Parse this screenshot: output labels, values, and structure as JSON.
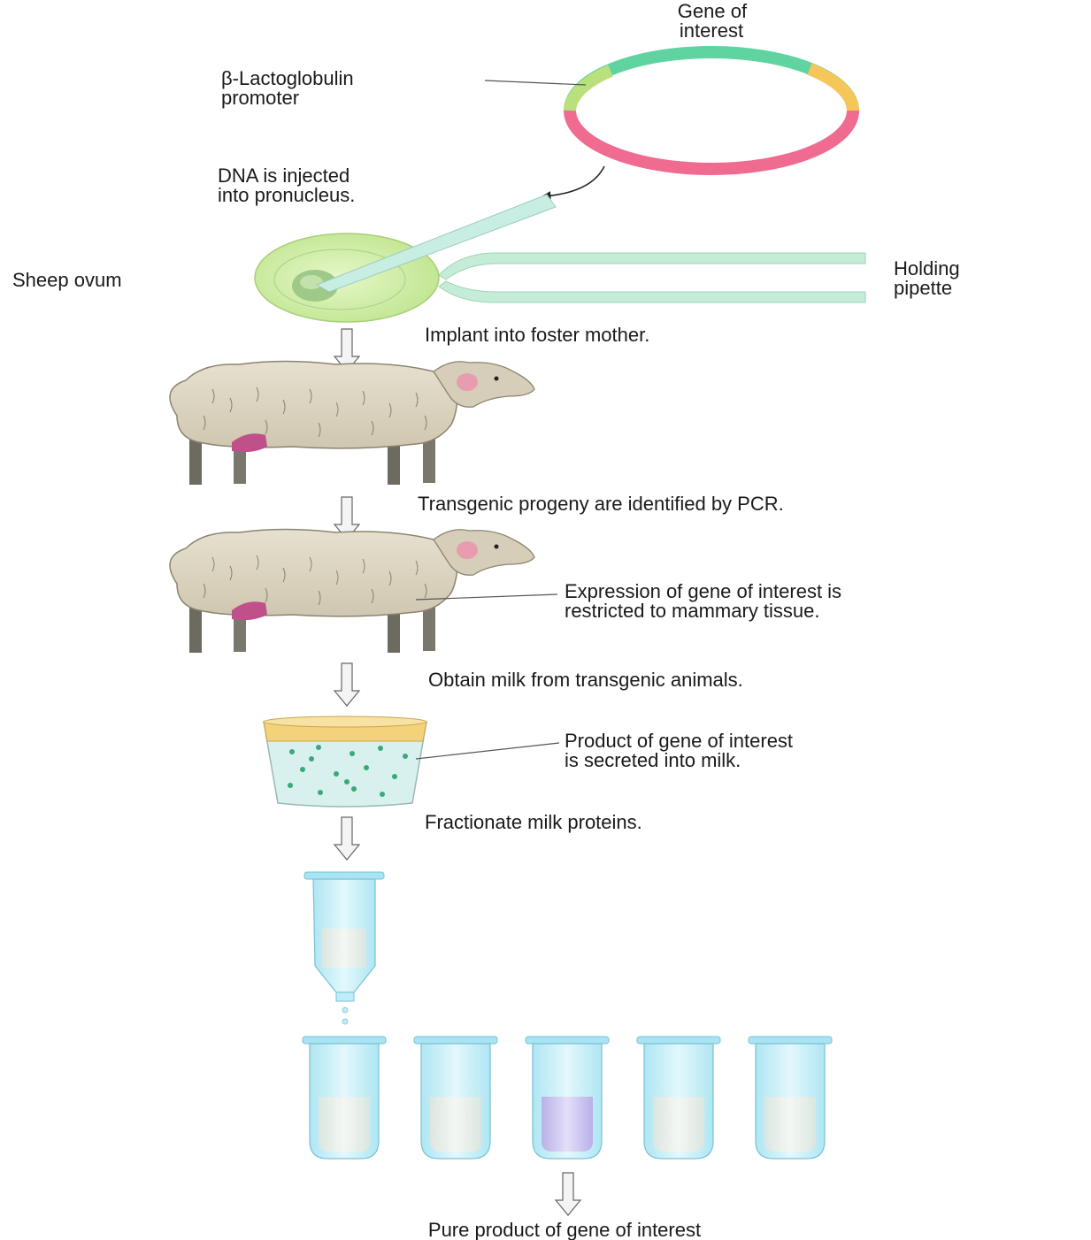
{
  "labels": {
    "gene_of_interest": [
      "Gene of",
      "interest"
    ],
    "promoter": [
      "β-Lactoglobulin",
      "promoter"
    ],
    "dna_injected": [
      "DNA is injected",
      "into pronucleus."
    ],
    "sheep_ovum": "Sheep ovum",
    "holding_pipette": [
      "Holding",
      "pipette"
    ],
    "implant": "Implant into foster mother.",
    "transgenic_pcr": "Transgenic progeny are identified by PCR.",
    "expression": [
      "Expression of gene of interest is",
      "restricted to mammary tissue."
    ],
    "obtain_milk": "Obtain milk from transgenic animals.",
    "product_secreted": [
      "Product of gene of interest",
      "is secreted into milk."
    ],
    "fractionate": "Fractionate milk proteins.",
    "pure_product": "Pure product of gene of interest"
  },
  "colors": {
    "plasmid_gene": "#5fd3a0",
    "plasmid_promoter": "#b9e07a",
    "plasmid_orange": "#f5c65a",
    "plasmid_pink": "#ef6b8f",
    "ovum": "#cfeea4",
    "pipette": "#c5ecd6",
    "sheep_wool": "#ddd6c3",
    "udder": "#c0508a",
    "milk": "#d8f1ef",
    "milk_dots": "#3aa878",
    "cup_top": "#f3d27a",
    "tube": "#bfeefa",
    "tube_highlight": "#c8c0ef"
  },
  "icons": [
    "plasmid-icon",
    "ovum-icon",
    "micropipette-icon",
    "holding-pipette-icon",
    "sheep-icon",
    "milk-cup-icon",
    "column-icon",
    "test-tube-icon",
    "down-arrow-icon"
  ]
}
